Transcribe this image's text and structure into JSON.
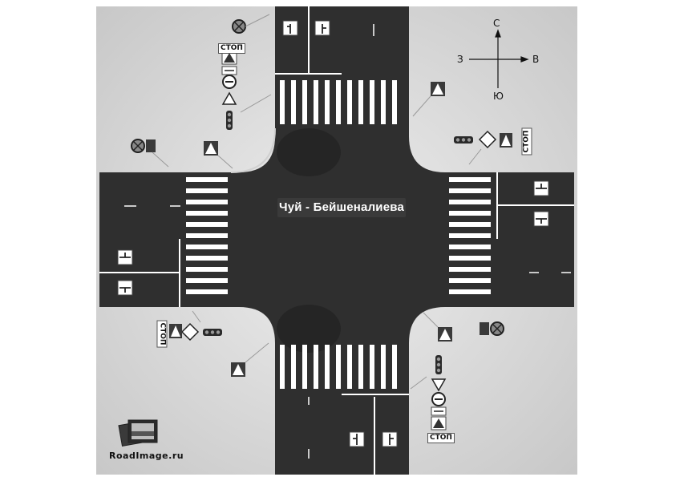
{
  "intersection_name": "Чуй - Бейшеналиева",
  "compass": {
    "north": "С",
    "south": "Ю",
    "west": "З",
    "east": "В"
  },
  "signs": {
    "stop_text": "СТОП"
  },
  "logo_text": "RoadImage.ru",
  "colors": {
    "road": "#2f2f2f",
    "sidewalk": "#d9d9d9",
    "marking": "#ffffff",
    "frame": "#e6e6e6"
  }
}
